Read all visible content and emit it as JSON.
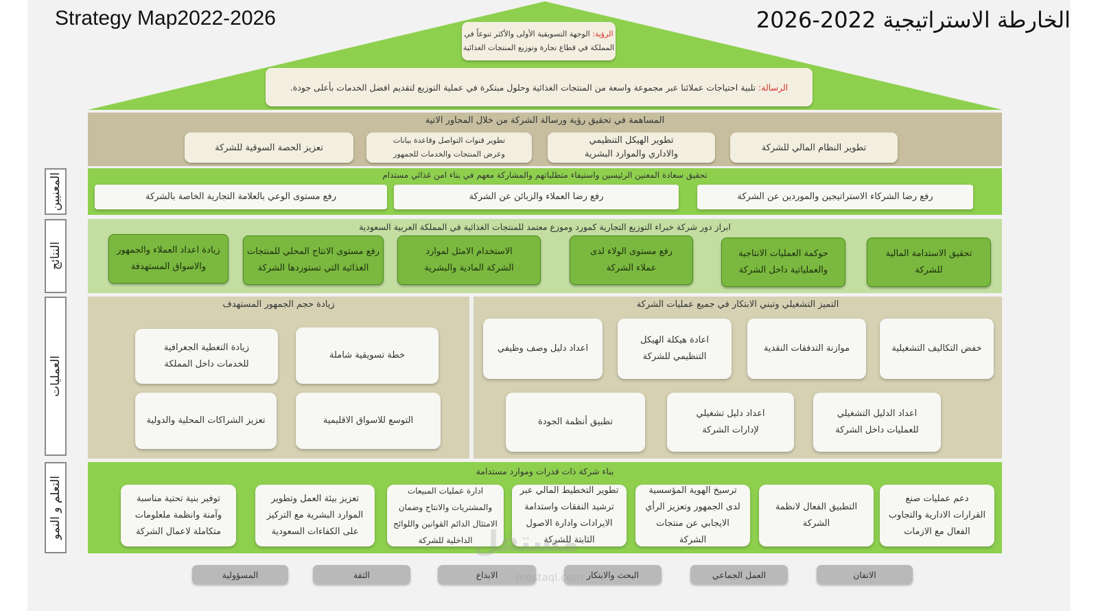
{
  "title_en": "Strategy Map2022-2026",
  "title_ar": "الخارطة الاستراتيجية 2022-2026",
  "vision": {
    "label": "الرؤية:",
    "text": "الوجهة التسويقية الأولى والأكثر تنوعاً في المملكة في قطاع تجارة وتوزيع المنتجات الغذائية"
  },
  "mission": {
    "label": "الرسالة:",
    "text": "تلبية احتياجات عملائنا عبر مجموعة واسعة من المنتجات الغذائية وحلول مبتكرة في عملية التوزيع لتقديم افضل الخدمات بأعلى جودة."
  },
  "contribution": {
    "header": "المساهمة في تحقيق رؤية ورسالة الشركة من خلال المحاور الاتية",
    "items": [
      "تطوير النظام المالي للشركة",
      "تطوير الهيكل التنظيمي والاداري والموارد البشرية",
      "تطوير قنوات التواصل وقاعدة بيانات وعرض المنتجات والخدمات للجمهور",
      "تعزيز الحصة السوقية للشركة"
    ]
  },
  "stakeholders": {
    "label": "المعنيين",
    "header": "تحقيق سعادة المعنين الرئيسين واستيفاء متطلباتهم والمشاركة معهم في بناء امن غذائي مستدام",
    "items": [
      "رفع رضا الشركاء الاستراتيجين والموردين عن الشركة",
      "رفع رضا العملاء والزبائن عن الشركة",
      "رفع مستوى الوعي بالعلامة التجارية الخاصة بالشركة"
    ]
  },
  "results": {
    "label": "النتائج",
    "header": "ابراز دور شركة خبراء التوزيع التجارية كمورد وموزع معتمد للمنتجات الغذائية في المملكة العربية السعودية",
    "items": [
      "تحقيق الاستدامة المالية للشركة",
      "حوكمة العمليات الانتاجية والعملياتية داخل الشركة",
      "رفع مستوى الولاء لدى عملاء الشركة",
      "الاستخدام الامثل لموارد الشركة المادية والبشرية",
      "رفع مستوى الانتاج المحلي للمنتجات الغذائية التي تستوردها الشركة",
      "زيادة اعداد العملاء والجمهور والاسواق المستهدفة"
    ]
  },
  "operations": {
    "label": "العمليات",
    "right_header": "التميز التشغيلي وتبني الابتكار في جميع عمليات الشركة",
    "right_items": [
      "خفض التكاليف التشغيلية",
      "موازنة التدفقات النقدية",
      "اعادة هيكلة الهيكل التنظيمي للشركة",
      "اعداد دليل وصف وظيفي",
      "اعداد الدليل التشغيلي للعمليات داخل الشركة",
      "اعداد دليل تشغيلي لإدارات الشركة",
      "تطبيق أنظمة الجودة"
    ],
    "left_header": "زيادة حجم الجمهور المستهدف",
    "left_items": [
      "خطة تسويقية شاملة",
      "زيادة التغطية الجغرافية للخدمات داخل المملكة",
      "التوسع للاسواق الاقليمية",
      "تعزيز الشراكات المحلية والدولية"
    ]
  },
  "learning": {
    "label": "التعلم و النمو",
    "header": "بناء شركة ذات قدرات وموارد مستدامة",
    "items": [
      "دعم عمليات صنع القرارات الادارية والتجاوب الفعال مع الازمات",
      "التطبيق الفعال لانظمة الشركة",
      "ترسيخ الهوية المؤسسية لدى الجمهور وتعزيز الرأي الايجابي عن منتجات الشركة",
      "تطوير التخطيط المالي عبر ترشيد النفقات واستدامة الايرادات وادارة الاصول الثابتة للشركة",
      "ادارة عمليات المبيعات والمشتريات والانتاج وضمان الامتثال الدائم القوانين واللوائح الداخلية للشركة",
      "تعزيز بيئة العمل وتطوير الموارد البشرية مع التركيز على الكفاءات السعودية",
      "توفير بنية تحتية مناسبة وآمنة وانظمة ملعلومات متكاملة لاعمال الشركة"
    ]
  },
  "values": [
    "الاتقان",
    "العمل الجماعي",
    "البحث والابتكار",
    "الابداع",
    "الثقة",
    "المسؤولية"
  ],
  "watermark": "مستقل",
  "watermark_url": "mostaql.com",
  "colors": {
    "green": "#8ed04e",
    "dark_green": "#7ab83f",
    "light_green": "#c3dea0",
    "khaki": "#c6be9e",
    "beige": "#d6d1b3",
    "red_label": "#d9302b"
  }
}
